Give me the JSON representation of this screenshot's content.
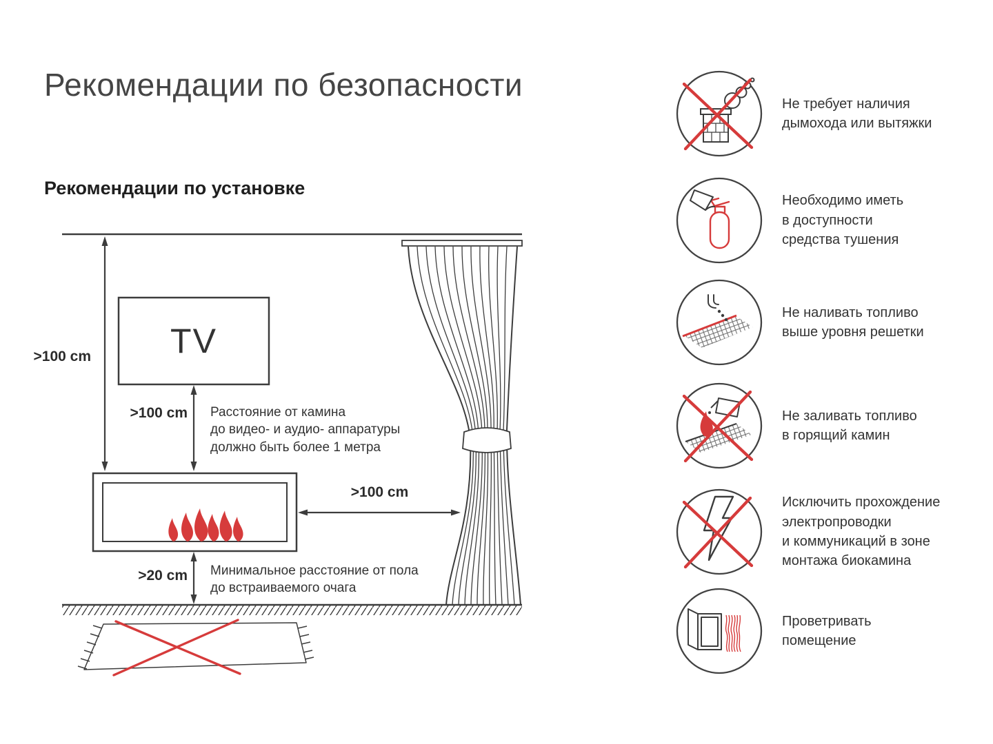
{
  "page": {
    "title": "Рекомендации по безопасности",
    "subtitle": "Рекомендации по установке"
  },
  "diagram": {
    "tv_label": "TV",
    "dim_ceiling": ">100 cm",
    "dim_tv": ">100 cm",
    "dim_curtain": ">100 cm",
    "dim_floor": ">20 cm",
    "note_tv": "Расстояние от камина\nдо видео- и аудио- аппаратуры\nдолжно быть более 1 метра",
    "note_floor": "Минимальное расстояние от пола\nдо встраиваемого очага"
  },
  "safety_items": [
    {
      "icon": "no-chimney-icon",
      "text": "Не требует наличия\nдымохода или вытяжки"
    },
    {
      "icon": "fire-extinguisher-icon",
      "text": "Необходимо иметь\nв доступности\nсредства тушения"
    },
    {
      "icon": "fuel-level-icon",
      "text": "Не наливать топливо\nвыше уровня решетки"
    },
    {
      "icon": "no-refuel-burning-icon",
      "text": "Не заливать топливо\nв горящий камин"
    },
    {
      "icon": "no-wiring-icon",
      "text": "Исключить прохождение\nэлектропроводки\nи коммуникаций в зоне\nмонтажа биокамина"
    },
    {
      "icon": "ventilate-icon",
      "text": "Проветривать\nпомещение"
    }
  ],
  "colors": {
    "accent_red": "#d63b3b",
    "line_dark": "#3c3c3c"
  }
}
